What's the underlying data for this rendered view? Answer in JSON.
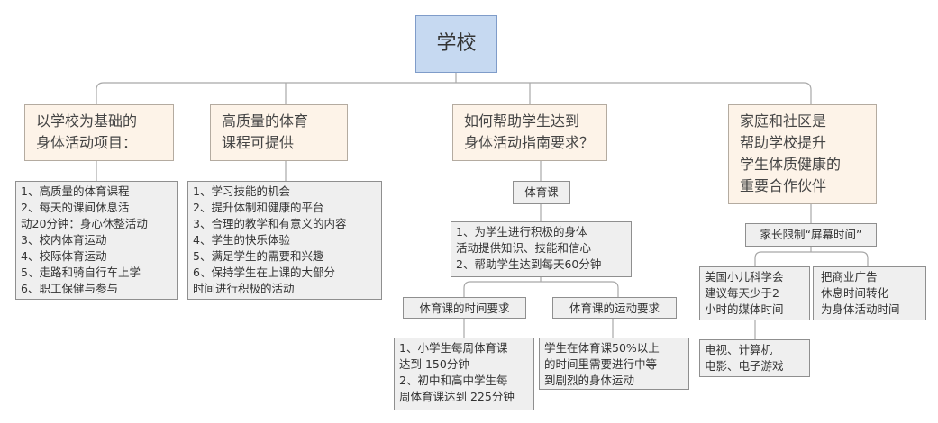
{
  "root": "学校",
  "branches": [
    {
      "title": "以学校为基础的\n身体活动项目：",
      "detail": "1、高质量的体育课程\n2、每天的课间休息活\n动20分钟：身心休整活动\n3、校内体育运动\n4、校际体育运动\n5、走路和骑自行车上学\n6、职工保健与参与"
    },
    {
      "title": "高质量的体育\n课程可提供",
      "detail": "1、学习技能的机会\n2、提升体制和健康的平台\n3、合理的教学和有意义的内容\n4、学生的快乐体验\n5、满足学生的需要和兴趣\n6、保持学生在上课的大部分\n时间进行积极的活动"
    },
    {
      "title": "如何帮助学生达到\n身体活动指南要求？",
      "pe": "体育课",
      "pe_detail": "1、为学生进行积极的身体\n活动提供知识、技能和信心\n2、帮助学生达到每天60分钟",
      "time_req": "体育课的时间要求",
      "time_detail": "1、小学生每周体育课\n达到 150分钟\n2、初中和高中学生每\n周体育课达到 225分钟",
      "sport_req": "体育课的运动要求",
      "sport_detail": "学生在体育课50%以上\n的时间里需要进行中等\n到剧烈的身体运动"
    },
    {
      "title": "家庭和社区是\n帮助学校提升\n学生体质健康的\n重要合作伙伴",
      "screen": "家长限制“屏幕时间”",
      "aap": "美国小儿科学会\n建议每天少于2\n小时的媒体时间",
      "media": "电视、计算机\n电影、电子游戏",
      "ads": "把商业广告\n休息时间转化\n为身体活动时间"
    }
  ]
}
